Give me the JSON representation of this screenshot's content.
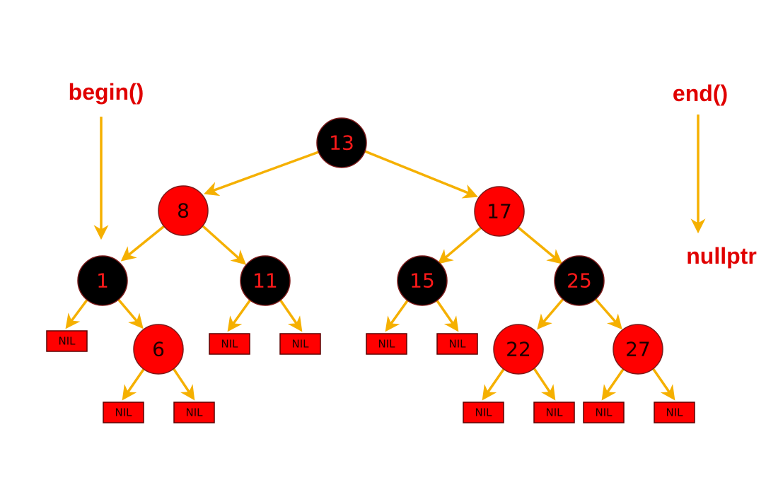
{
  "labels": {
    "begin": "begin()",
    "end": "end()",
    "nullptr": "nullptr"
  },
  "colors": {
    "black_node": "#000000",
    "red_node": "#ff0000",
    "edge": "#f5b000",
    "callout_text": "#e00000"
  },
  "nil_label": "NIL",
  "nodes": [
    {
      "id": "n13",
      "label": "13",
      "color": "black"
    },
    {
      "id": "n8",
      "label": "8",
      "color": "red"
    },
    {
      "id": "n17",
      "label": "17",
      "color": "red"
    },
    {
      "id": "n1",
      "label": "1",
      "color": "black"
    },
    {
      "id": "n11",
      "label": "11",
      "color": "black"
    },
    {
      "id": "n15",
      "label": "15",
      "color": "black"
    },
    {
      "id": "n25",
      "label": "25",
      "color": "black"
    },
    {
      "id": "n6",
      "label": "6",
      "color": "red"
    },
    {
      "id": "n22",
      "label": "22",
      "color": "red"
    },
    {
      "id": "n27",
      "label": "27",
      "color": "red"
    }
  ]
}
